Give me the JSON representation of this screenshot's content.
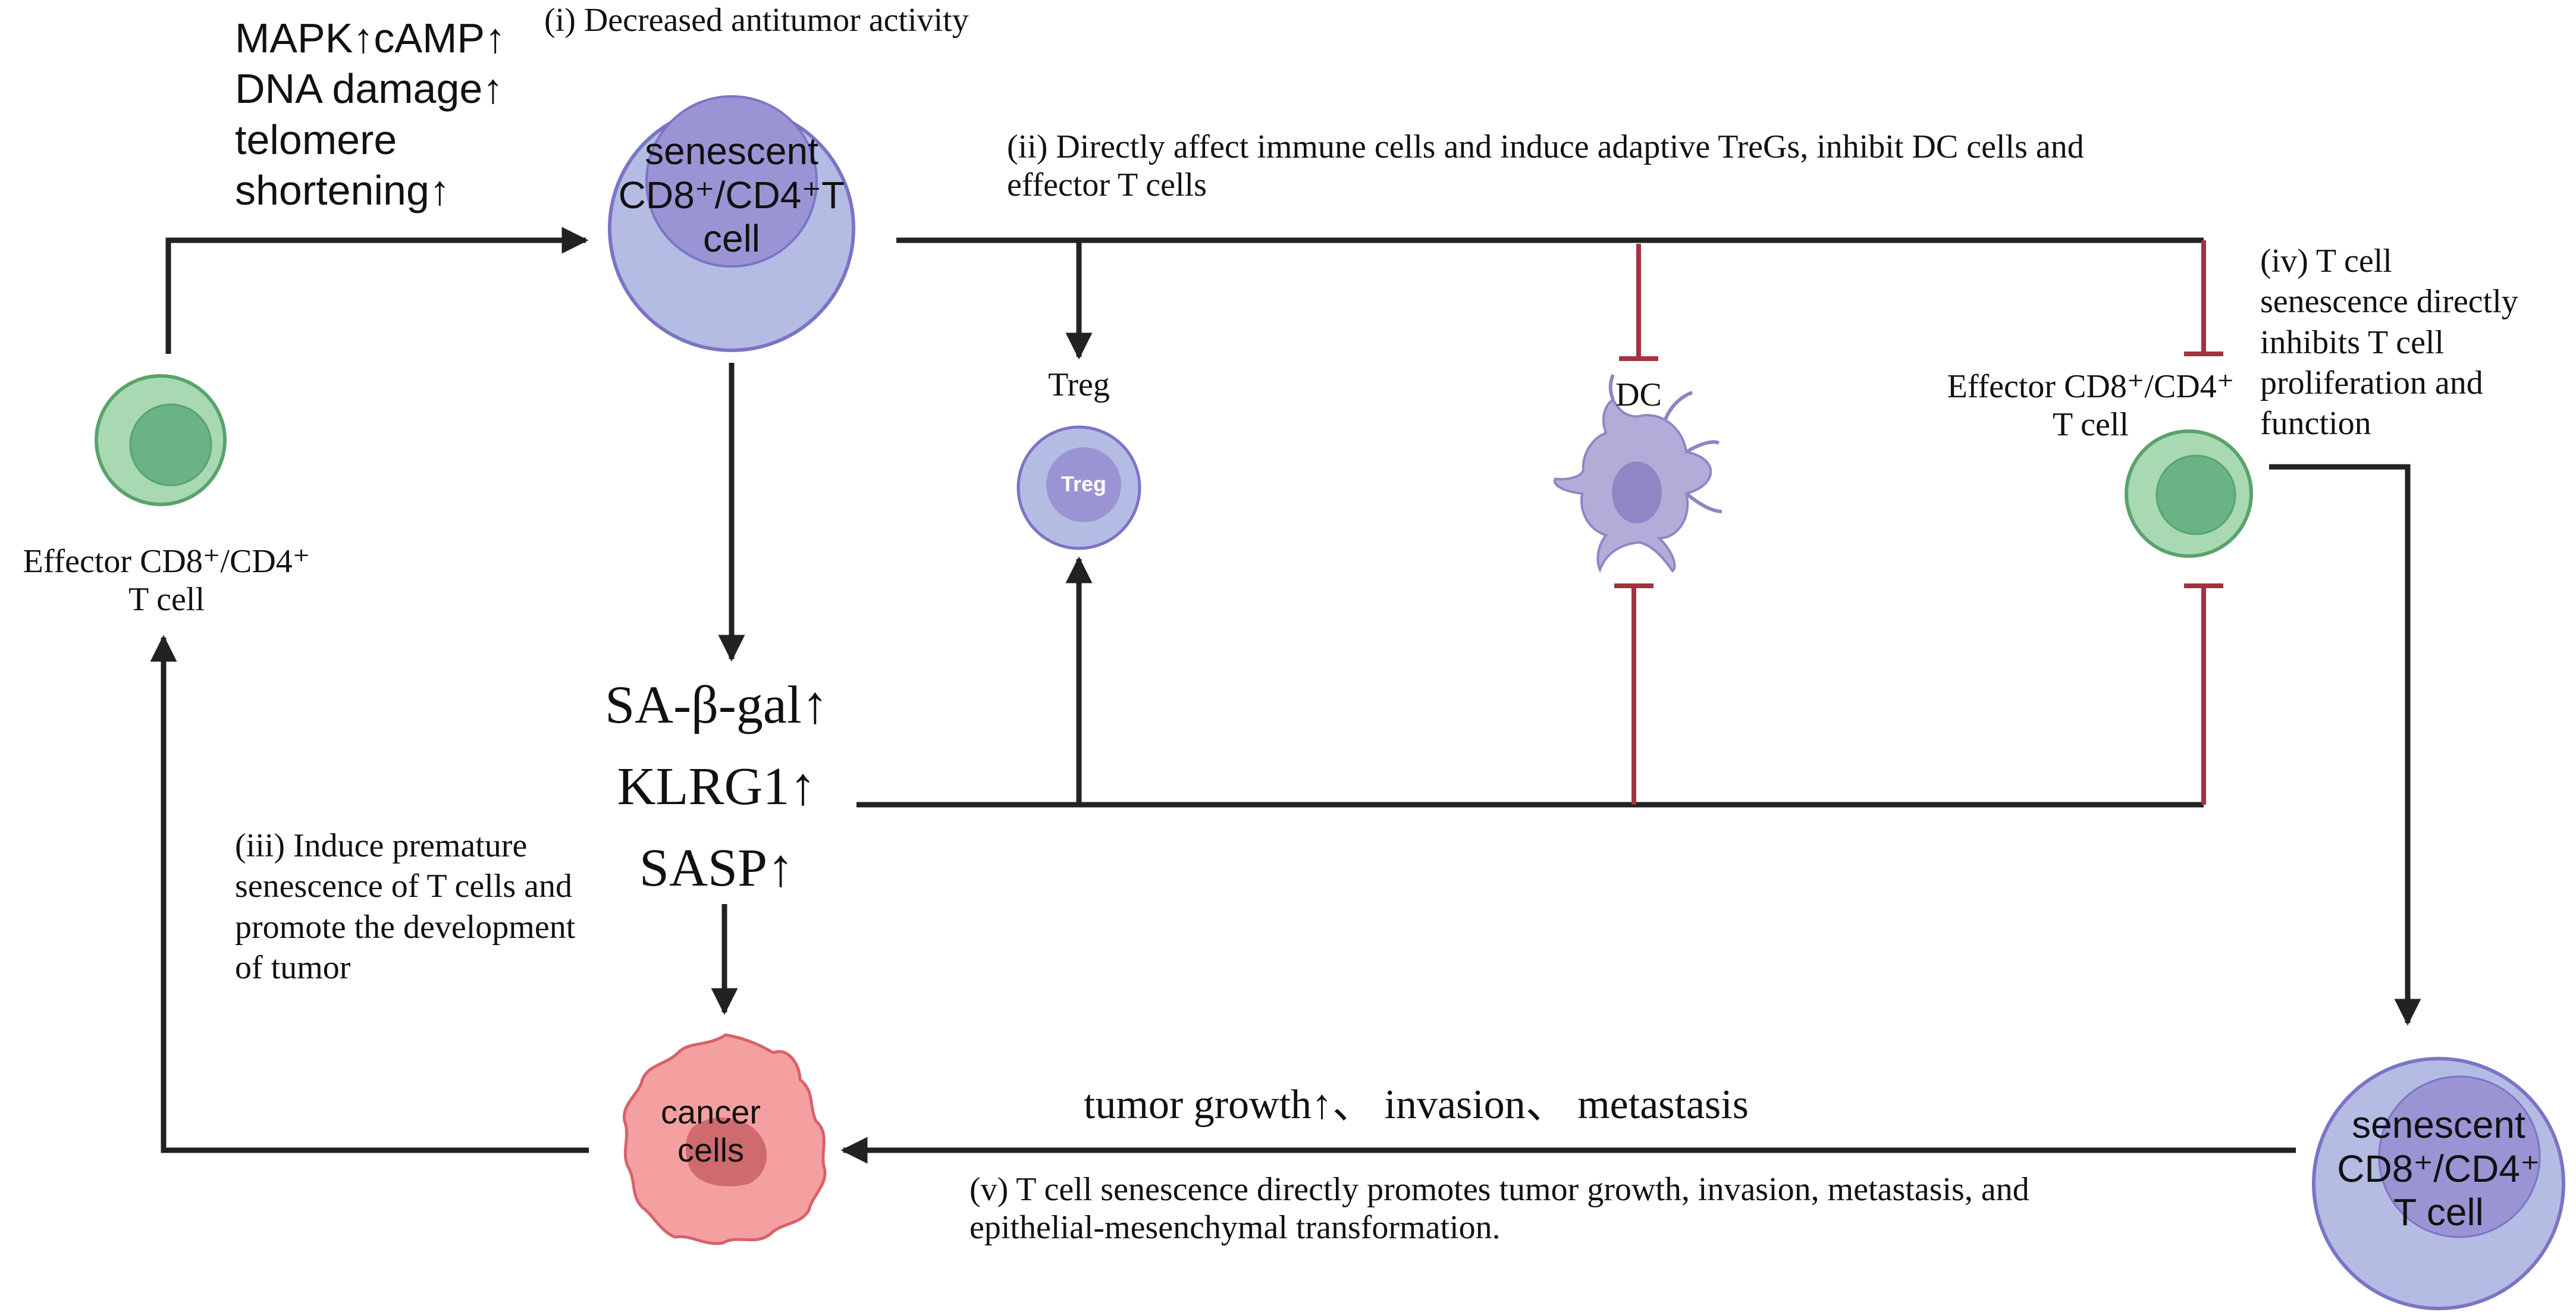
{
  "labels": {
    "top_left_markers": [
      "MAPK↑cAMP↑",
      "DNA damage↑",
      "telomere",
      "shortening↑"
    ],
    "decreased_activity": "(i) Decreased antitumor activity",
    "senescent_top": [
      "senescent",
      "CD8⁺/CD4⁺T",
      "cell"
    ],
    "effector_left": [
      "Effector CD8⁺/CD4⁺",
      "T cell"
    ],
    "directly_affect": [
      "(ii) Directly affect immune cells and induce adaptive TreGs,  inhibit DC cells and",
      "effector T cells"
    ],
    "treg_title": "Treg",
    "treg_inner": "Treg",
    "dc_title": "DC",
    "effector_right": [
      "Effector CD8⁺/CD4⁺",
      "T cell"
    ],
    "t_cell_inhibits": [
      "(iv) T cell",
      "senescence directly",
      "inhibits T cell",
      "proliferation and",
      "function"
    ],
    "markers_center": [
      "SA-β-gal↑",
      "KLRG1↑",
      "SASP↑"
    ],
    "premature": [
      "(iii) Induce premature",
      "senescence of T cells and",
      "promote the development",
      "of tumor"
    ],
    "cancer": [
      "cancer",
      "cells"
    ],
    "tumor_growth": "tumor growth↑、 invasion、 metastasis",
    "promotes": [
      "(v) T cell senescence directly promotes tumor growth, invasion, metastasis, and",
      "epithelial-mesenchymal transformation."
    ],
    "senescent_bottom": [
      "senescent",
      "CD8⁺/CD4⁺",
      "T cell"
    ]
  },
  "colors": {
    "arrow": "#222222",
    "inhibit": "#a23340",
    "senescent_fill": "#b4bce3",
    "senescent_stroke": "#7b74c6",
    "senescent_nucleus": "#9b94d4",
    "effector_fill": "#a9d9b3",
    "effector_stroke": "#5aa36c",
    "effector_nucleus": "#6ab386",
    "cancer_fill": "#f5a0a0",
    "cancer_stroke": "#d9616b",
    "cancer_nucleus": "#cf6b6f",
    "dc_fill": "#b3acd9",
    "dc_nucleus": "#8f86c4"
  }
}
